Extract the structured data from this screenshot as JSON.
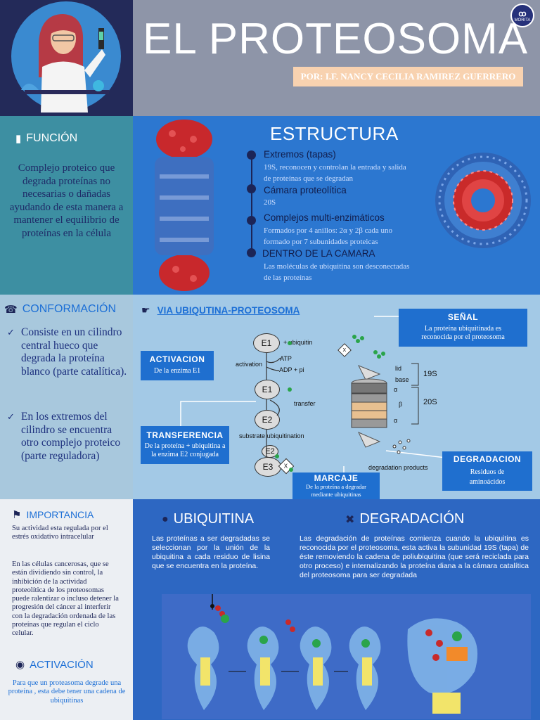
{
  "header": {
    "title": "EL PROTEOSOMA",
    "author": "POR: I.F. NANCY CECILIA RAMIREZ GUERRERO",
    "logo_text": "MORITA"
  },
  "funcion": {
    "heading": "FUNCIÓN",
    "icon": "book-icon",
    "text": "Complejo proteico que degrada proteínas no necesarias o dañadas ayudando de esta manera a mantener el equilibrio de proteínas en la célula"
  },
  "estructura": {
    "heading": "ESTRUCTURA",
    "items": [
      {
        "title": "Extremos (tapas)",
        "desc": "19S, reconocen y controlan la entrada y salida de proteínas que se degradan"
      },
      {
        "title": "Cámara proteolítica",
        "desc": "20S"
      },
      {
        "title": "Complejos multi-enzimáticos",
        "desc": "Formados por 4 anillos: 2α y 2β cada uno formado por 7 subunidades proteicas"
      },
      {
        "title": "DENTRO DE LA CAMARA",
        "desc": "Las moléculas de ubiquitina son desconectadas de las proteínas"
      }
    ]
  },
  "conformacion": {
    "heading": "CONFORMACIÓN",
    "icon": "phone-icon",
    "items": [
      "Consiste en un cilindro central hueco que degrada la proteína blanco (parte catalítica).",
      "En los extremos del cilindro se encuentra otro complejo proteico (parte reguladora)"
    ]
  },
  "via": {
    "heading": "VIA UBIQUTINA-PROTEOSOMA",
    "icon": "hand-icon",
    "boxes": {
      "activacion": {
        "title": "ACTIVACION",
        "text": "De la enzima E1"
      },
      "transferencia": {
        "title": "TRANSFERENCIA",
        "text": "De la proteína + ubiquitina a la enzima E2 conjugada"
      },
      "marcaje": {
        "title": "MARCAJE",
        "text": "De la proteína a degradar mediante ubiquitinas"
      },
      "senal": {
        "title": "SEÑAL",
        "text": "La proteína ubiquitinada es reconocida por el proteosoma"
      },
      "degradacion": {
        "title": "DEGRADACION",
        "text": "Residuos de aminoácidos"
      }
    },
    "diagram_labels": {
      "e1": "E1",
      "plus_ubiquitin": "+ ubiquitin",
      "activation": "activation",
      "atp": "ATP",
      "adp": "ADP + pi",
      "e1b": "E1",
      "transfer": "transfer",
      "e2": "E2",
      "substrate": "substrate ubiquitination",
      "e2b": "E2",
      "e3": "E3",
      "lid": "lid",
      "base": "base",
      "s19": "19S",
      "s20": "20S",
      "alpha1": "α",
      "beta": "β",
      "alpha2": "α",
      "products": "degradation products",
      "x": "X"
    }
  },
  "importancia": {
    "heading": "IMPORTANCIA",
    "icon": "flag-icon",
    "p1": "Su actividad esta regulada por el estrés oxidativo intracelular",
    "p2": "En las células cancerosas, que se están dividiendo sin control, la inhibición de la actividad proteolítica de los proteosomas puede ralentizar o incluso detener la progresión del cáncer al interferir con la degradación ordenada de las proteínas que regulan el ciclo celular."
  },
  "activacion": {
    "heading": "ACTIVACIÓN",
    "icon": "basketball-icon",
    "text": "Para que un proteasoma degrade una proteína , esta debe tener una cadena de ubiquitinas"
  },
  "ubiquitina": {
    "heading": "UBIQUITINA",
    "icon": "lightbulb-icon",
    "text": "Las proteínas a ser degradadas se seleccionan por la unión de la ubiquitina a cada residuo de lisina que se encuentra en la proteína."
  },
  "degradacion": {
    "heading": "DEGRADACIÓN",
    "icon": "tools-icon",
    "text": "Las degradación de proteínas comienza cuando la ubiquitina es reconocida por el proteosoma, esta activa la subunidad 19S (tapa) de éste removiendo la cadena de poliubiquitina (que será reciclada para otro proceso) e internalizando la proteína diana a la cámara catalítica del proteosoma para ser degradada"
  },
  "colors": {
    "navy": "#232a59",
    "teal": "#3d8fa2",
    "blue": "#2c77d0",
    "peach": "#f8d2b0"
  }
}
